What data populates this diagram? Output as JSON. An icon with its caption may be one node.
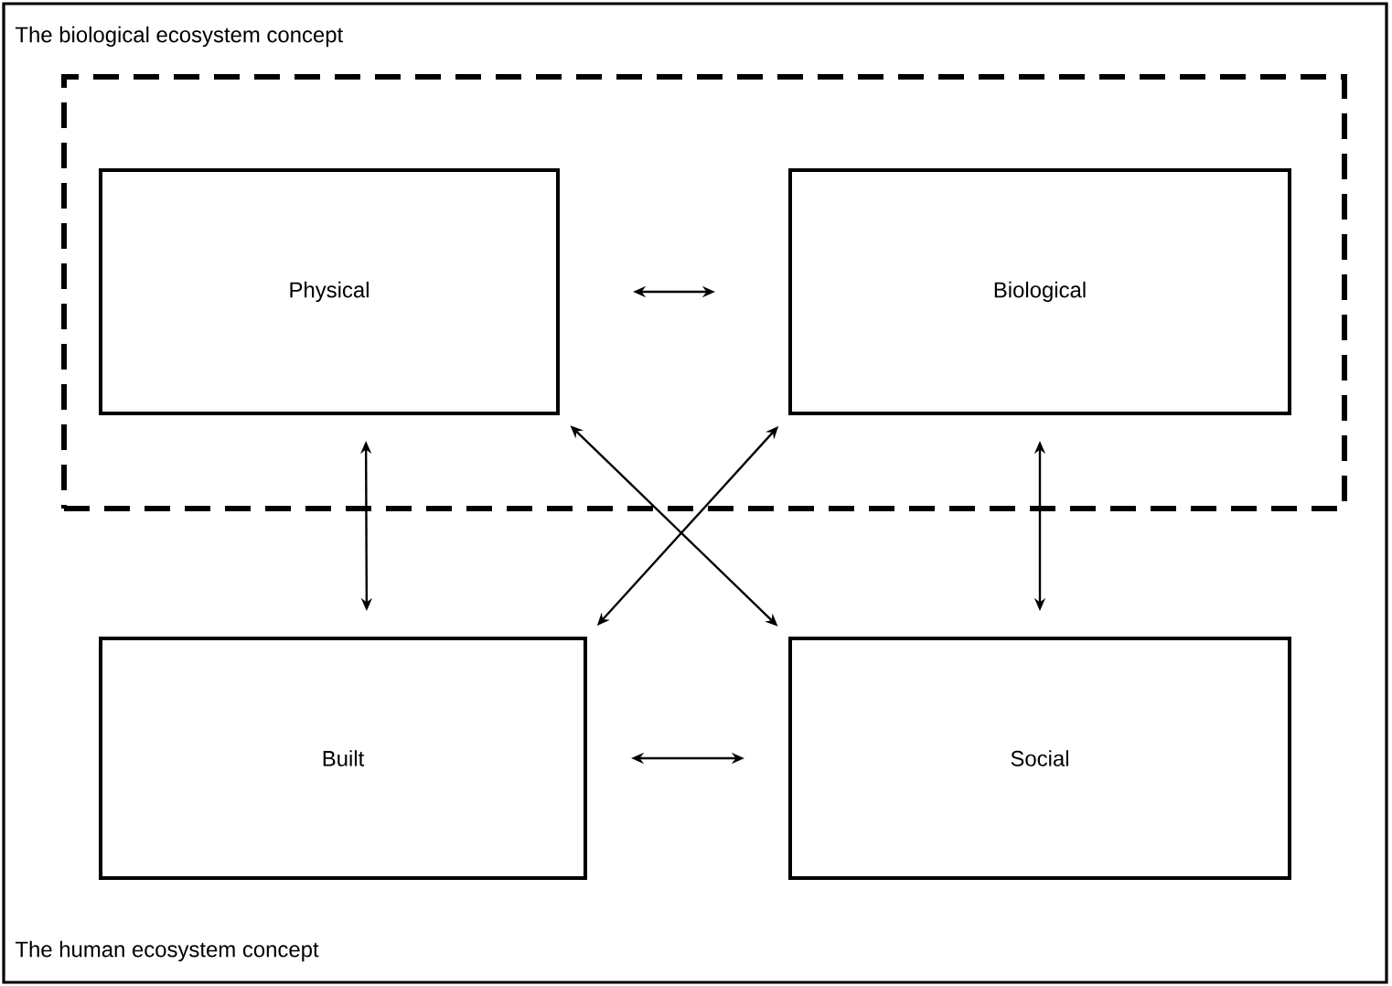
{
  "diagram": {
    "nodes": [
      {
        "text": [
          "The human ecosystem concept"
        ]
      },
      {
        "text": [
          "The biological ecosystem concept"
        ],
        "in": 0
      },
      {
        "text": [
          "Physical"
        ],
        "in": 1
      },
      {
        "text": [
          "Biological"
        ],
        "in": 1
      },
      {
        "text": [
          "Built"
        ],
        "in": 0
      },
      {
        "text": [
          "Social"
        ],
        "in": 0
      }
    ],
    "edges": [
      {
        "from": 2,
        "to": 3,
        "arrow": "both"
      },
      {
        "from": 2,
        "to": 4,
        "arrow": "both"
      },
      {
        "from": 3,
        "to": 5,
        "arrow": "both"
      },
      {
        "from": 2,
        "to": 5,
        "arrow": "both"
      },
      {
        "from": 3,
        "to": 4,
        "arrow": "both"
      },
      {
        "from": 4,
        "to": 5,
        "arrow": "both"
      }
    ]
  }
}
